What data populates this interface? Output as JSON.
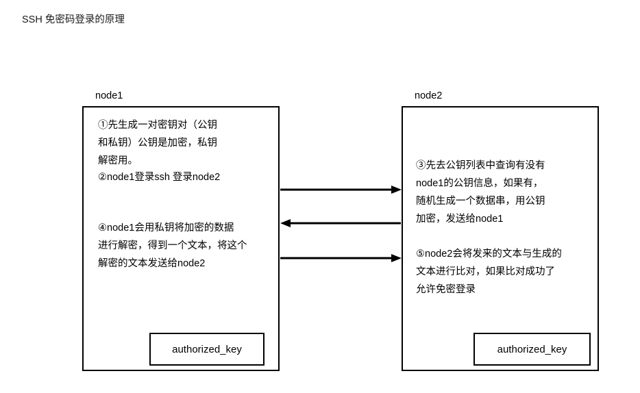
{
  "page": {
    "title": "SSH 免密码登录的原理"
  },
  "diagram": {
    "type": "sequence-flow",
    "nodes": [
      {
        "id": "node1",
        "label": "node1",
        "paragraphs": [
          "①先生成一对密钥对（公钥\n和私钥）公钥是加密，私钥\n解密用。",
          "②node1登录ssh 登录node2",
          "④node1会用私钥将加密的数据\n进行解密，得到一个文本，将这个\n解密的文本发送给node2"
        ],
        "key_file": "authorized_key"
      },
      {
        "id": "node2",
        "label": "node2",
        "paragraphs": [
          "③先去公钥列表中查询有没有\nnode1的公钥信息，如果有，\n随机生成一个数据串，用公钥\n加密，发送给node1",
          "⑤node2会将发来的文本与生成的\n文本进行比对，如果比对成功了\n允许免密登录"
        ],
        "key_file": "authorized_key"
      }
    ],
    "arrows": [
      {
        "name": "arrow-node1-to-node2-login",
        "direction": "right",
        "from": "node1",
        "to": "node2"
      },
      {
        "name": "arrow-node2-to-node1-encrypted",
        "direction": "left",
        "from": "node2",
        "to": "node1"
      },
      {
        "name": "arrow-node1-to-node2-plaintext",
        "direction": "right",
        "from": "node1",
        "to": "node2"
      }
    ],
    "colors": {
      "stroke": "#000000",
      "background": "#ffffff",
      "text": "#000000"
    }
  }
}
